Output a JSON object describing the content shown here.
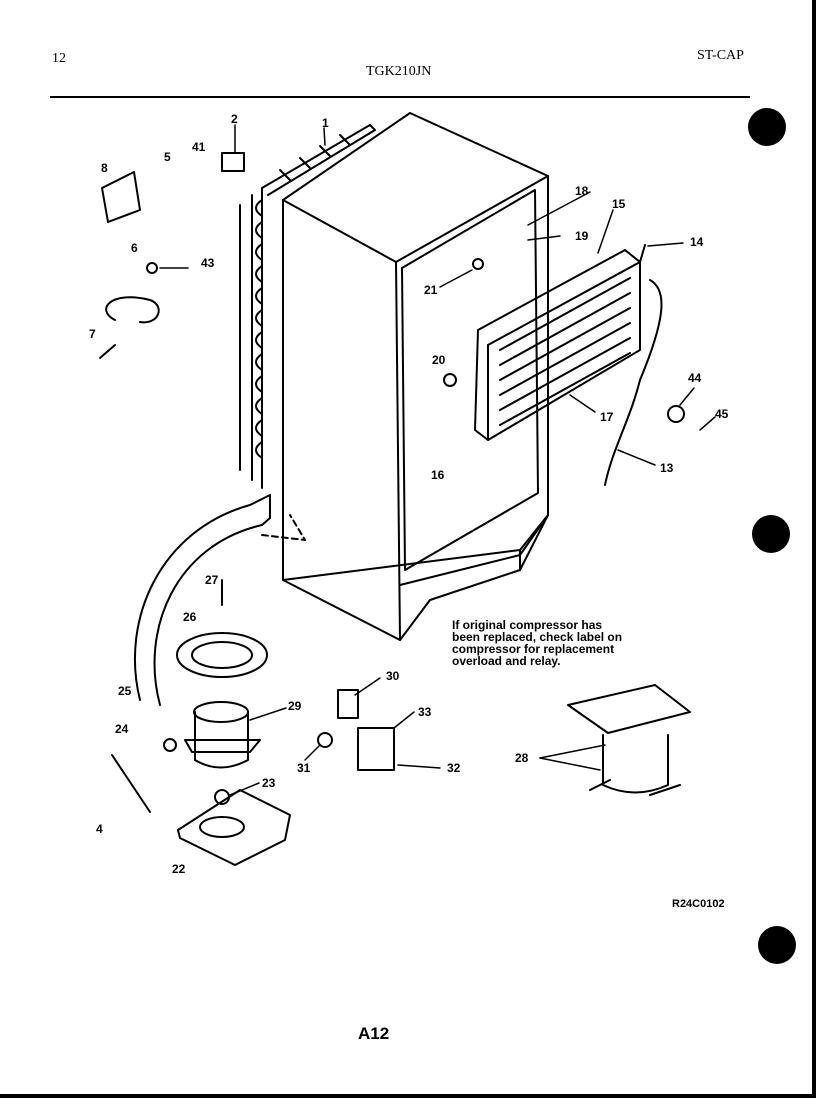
{
  "header": {
    "page_number": "12",
    "model": "TGK210JN",
    "section": "ST-CAP"
  },
  "callouts": [
    "1",
    "2",
    "4",
    "5",
    "6",
    "7",
    "8",
    "13",
    "14",
    "15",
    "16",
    "17",
    "18",
    "19",
    "20",
    "21",
    "22",
    "23",
    "24",
    "25",
    "26",
    "27",
    "28",
    "29",
    "30",
    "31",
    "32",
    "33",
    "41",
    "43",
    "44",
    "45"
  ],
  "note": "If original compressor has\nbeen replaced, check label on\ncompressor for replacement\noverload and relay.",
  "reference_code": "R24C0102",
  "page_label": "A12"
}
